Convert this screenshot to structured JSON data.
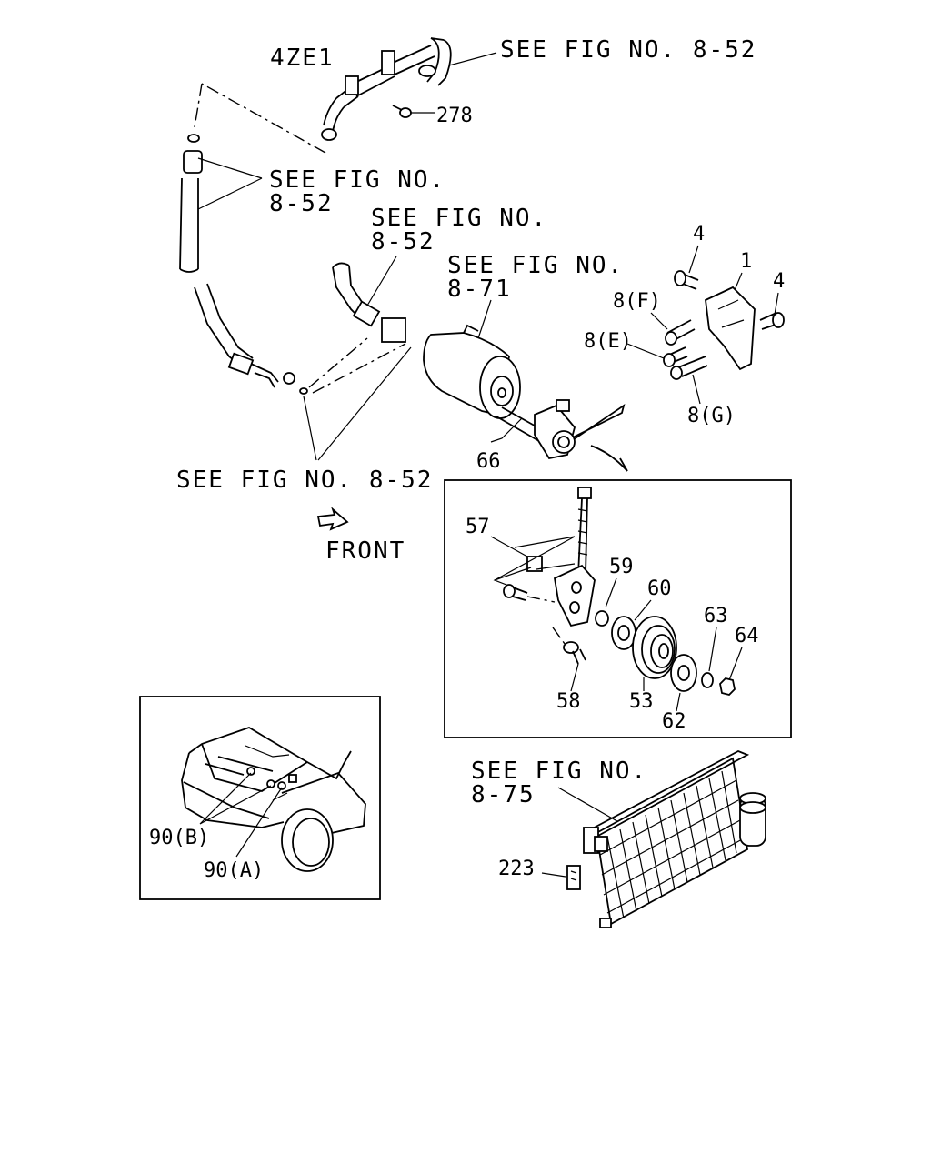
{
  "labels": {
    "engine": "4ZE1",
    "see_852_top": "SEE FIG NO. 8-52",
    "see_852_left_l1": "SEE FIG NO.",
    "see_852_left_l2": "8-52",
    "see_852_mid_l1": "SEE FIG NO.",
    "see_852_mid_l2": "8-52",
    "see_871_l1": "SEE FIG NO.",
    "see_871_l2": "8-71",
    "see_852_bottom": "SEE FIG NO. 8-52",
    "front": "FRONT",
    "see_875_l1": "SEE FIG NO.",
    "see_875_l2": "8-75"
  },
  "parts": {
    "p278": "278",
    "p4a": "4",
    "p1": "1",
    "p4b": "4",
    "p8f": "8(F)",
    "p8e": "8(E)",
    "p8g": "8(G)",
    "p66": "66",
    "p57": "57",
    "p59": "59",
    "p60": "60",
    "p63": "63",
    "p64": "64",
    "p58": "58",
    "p53": "53",
    "p62": "62",
    "p90b": "90(B)",
    "p90a": "90(A)",
    "p223": "223"
  }
}
